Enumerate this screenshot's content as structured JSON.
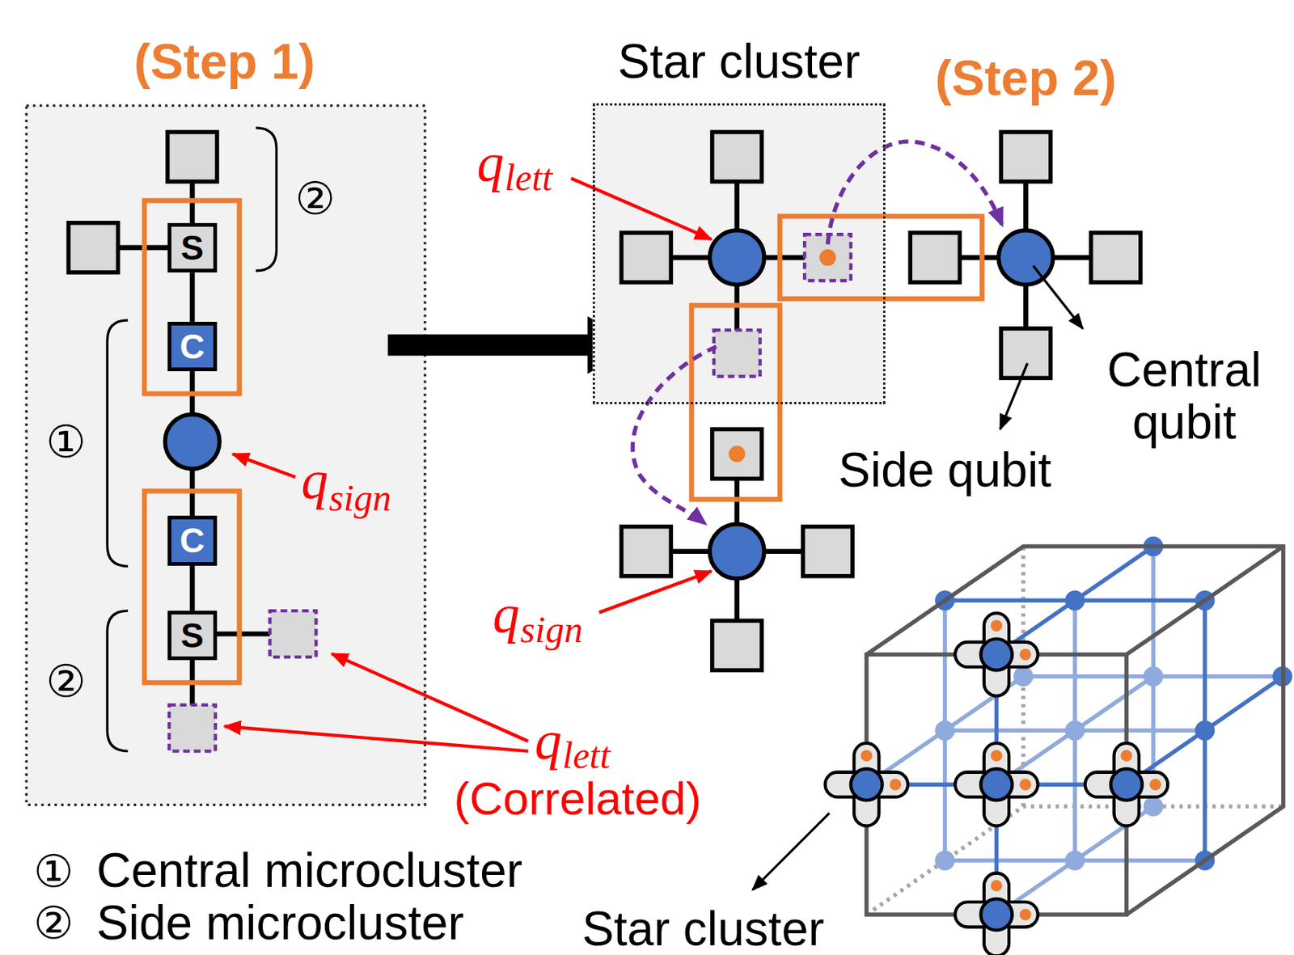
{
  "diagram": {
    "nodes": [
      {
        "text": [
          "S"
        ]
      },
      {
        "text": [
          "C"
        ]
      },
      {
        "text": [
          "C"
        ]
      },
      {
        "text": [
          "S"
        ]
      },
      {
        "text": [
          "Star cluster"
        ]
      }
    ],
    "edges": [
      {
        "from": 0,
        "to": 1,
        "arrow": "none"
      },
      {
        "from": 2,
        "to": 3,
        "arrow": "none"
      }
    ],
    "labels": [
      "(Step 1)",
      "②",
      "①",
      "②",
      "q",
      "sign",
      "q",
      "lett",
      "(Correlated)",
      "(Step 2)",
      "q",
      "lett",
      "q",
      "sign",
      "Central qubit",
      "Side qubit",
      "Star cluster",
      "①",
      "Central microcluster",
      "②",
      "Side microcluster"
    ]
  }
}
